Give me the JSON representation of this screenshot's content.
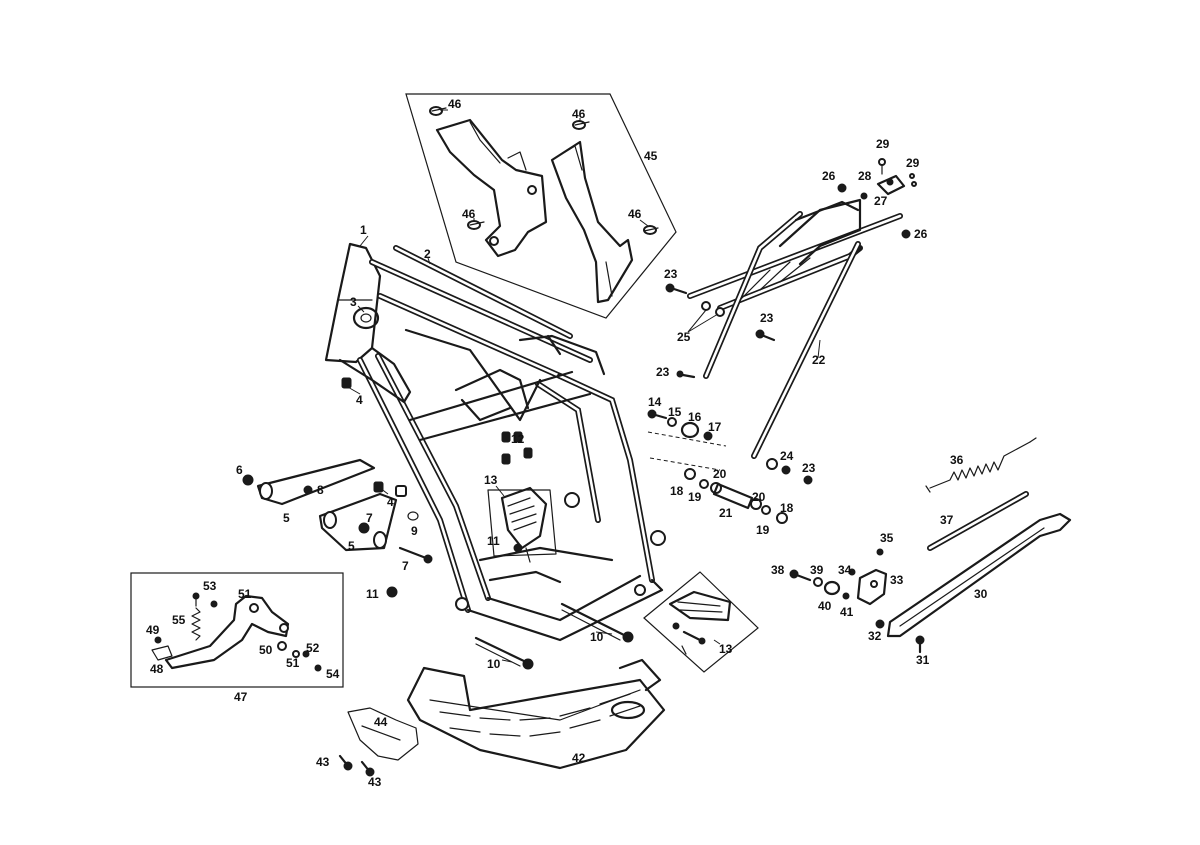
{
  "callouts": [
    {
      "id": "c1",
      "text": "1"
    },
    {
      "id": "c2",
      "text": "2"
    },
    {
      "id": "c3",
      "text": "3"
    },
    {
      "id": "c4a",
      "text": "4"
    },
    {
      "id": "c4b",
      "text": "4"
    },
    {
      "id": "c5a",
      "text": "5"
    },
    {
      "id": "c5b",
      "text": "5"
    },
    {
      "id": "c6",
      "text": "6"
    },
    {
      "id": "c7a",
      "text": "7"
    },
    {
      "id": "c7b",
      "text": "7"
    },
    {
      "id": "c8",
      "text": "8"
    },
    {
      "id": "c9",
      "text": "9"
    },
    {
      "id": "c10a",
      "text": "10"
    },
    {
      "id": "c10b",
      "text": "10"
    },
    {
      "id": "c11a",
      "text": "11"
    },
    {
      "id": "c11b",
      "text": "11"
    },
    {
      "id": "c12",
      "text": "12"
    },
    {
      "id": "c13a",
      "text": "13"
    },
    {
      "id": "c13b",
      "text": "13"
    },
    {
      "id": "c14",
      "text": "14"
    },
    {
      "id": "c15",
      "text": "15"
    },
    {
      "id": "c16",
      "text": "16"
    },
    {
      "id": "c17",
      "text": "17"
    },
    {
      "id": "c18a",
      "text": "18"
    },
    {
      "id": "c18b",
      "text": "18"
    },
    {
      "id": "c19a",
      "text": "19"
    },
    {
      "id": "c19b",
      "text": "19"
    },
    {
      "id": "c20a",
      "text": "20"
    },
    {
      "id": "c20b",
      "text": "20"
    },
    {
      "id": "c21",
      "text": "21"
    },
    {
      "id": "c22",
      "text": "22"
    },
    {
      "id": "c23a",
      "text": "23"
    },
    {
      "id": "c23b",
      "text": "23"
    },
    {
      "id": "c23c",
      "text": "23"
    },
    {
      "id": "c23d",
      "text": "23"
    },
    {
      "id": "c24",
      "text": "24"
    },
    {
      "id": "c25",
      "text": "25"
    },
    {
      "id": "c26a",
      "text": "26"
    },
    {
      "id": "c26b",
      "text": "26"
    },
    {
      "id": "c27",
      "text": "27"
    },
    {
      "id": "c28",
      "text": "28"
    },
    {
      "id": "c29a",
      "text": "29"
    },
    {
      "id": "c29b",
      "text": "29"
    },
    {
      "id": "c30",
      "text": "30"
    },
    {
      "id": "c31",
      "text": "31"
    },
    {
      "id": "c32",
      "text": "32"
    },
    {
      "id": "c33",
      "text": "33"
    },
    {
      "id": "c34",
      "text": "34"
    },
    {
      "id": "c35",
      "text": "35"
    },
    {
      "id": "c36",
      "text": "36"
    },
    {
      "id": "c37",
      "text": "37"
    },
    {
      "id": "c38",
      "text": "38"
    },
    {
      "id": "c39",
      "text": "39"
    },
    {
      "id": "c40",
      "text": "40"
    },
    {
      "id": "c41",
      "text": "41"
    },
    {
      "id": "c42",
      "text": "42"
    },
    {
      "id": "c43a",
      "text": "43"
    },
    {
      "id": "c43b",
      "text": "43"
    },
    {
      "id": "c44",
      "text": "44"
    },
    {
      "id": "c45",
      "text": "45"
    },
    {
      "id": "c46a",
      "text": "46"
    },
    {
      "id": "c46b",
      "text": "46"
    },
    {
      "id": "c46c",
      "text": "46"
    },
    {
      "id": "c46d",
      "text": "46"
    },
    {
      "id": "c47",
      "text": "47"
    },
    {
      "id": "c48",
      "text": "48"
    },
    {
      "id": "c49",
      "text": "49"
    },
    {
      "id": "c50",
      "text": "50"
    },
    {
      "id": "c51a",
      "text": "51"
    },
    {
      "id": "c51b",
      "text": "51"
    },
    {
      "id": "c52",
      "text": "52"
    },
    {
      "id": "c53",
      "text": "53"
    },
    {
      "id": "c54",
      "text": "54"
    },
    {
      "id": "c55",
      "text": "55"
    }
  ],
  "colors": {
    "line": "#1a1a1a",
    "background": "#ffffff"
  }
}
